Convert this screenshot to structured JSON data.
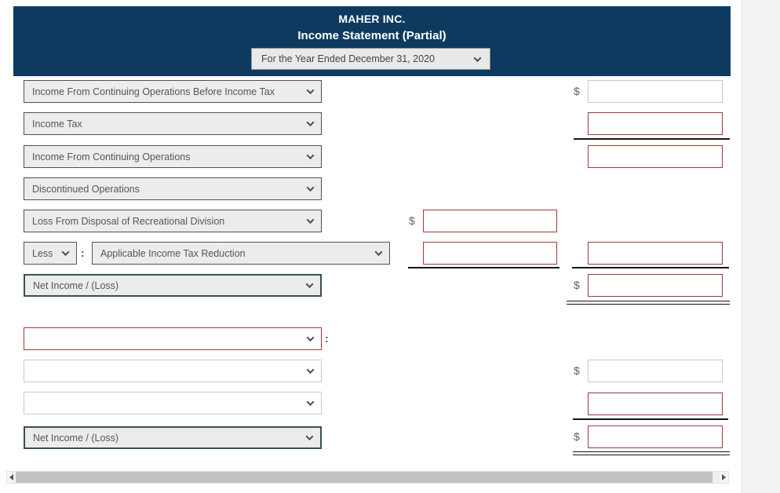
{
  "header": {
    "company_name": "MAHER INC.",
    "statement_title": "Income Statement (Partial)",
    "period_selected": "For the Year Ended December 31, 2020"
  },
  "labels": {
    "dollar": "$",
    "colon": ":"
  },
  "selects": {
    "row1": "Income From Continuing Operations Before Income Tax",
    "row2": "Income Tax",
    "row3": "Income From Continuing Operations",
    "row4": "Discontinued Operations",
    "row5": "Loss From Disposal of Recreational Division",
    "row6_modifier": "Less",
    "row6_detail": "Applicable Income Tax Reduction",
    "row7": "Net Income / (Loss)",
    "row8": "",
    "row9": "",
    "row10": "",
    "row11": "Net Income / (Loss)"
  },
  "inputs": {
    "row1_amount": "",
    "row2_amount": "",
    "row3_amount": "",
    "row5_amount": "",
    "row6_mid_amount": "",
    "row6_right_amount": "",
    "row7_amount": "",
    "row9_amount": "",
    "row10_amount": "",
    "row11_amount": ""
  },
  "colors": {
    "header_bg": "#0e3a5f",
    "filled_select_border": "#45594b",
    "error_border": "#9f3a38",
    "neutral_border": "#c9c9c9",
    "scroll_thumb": "#c2c2c2"
  }
}
